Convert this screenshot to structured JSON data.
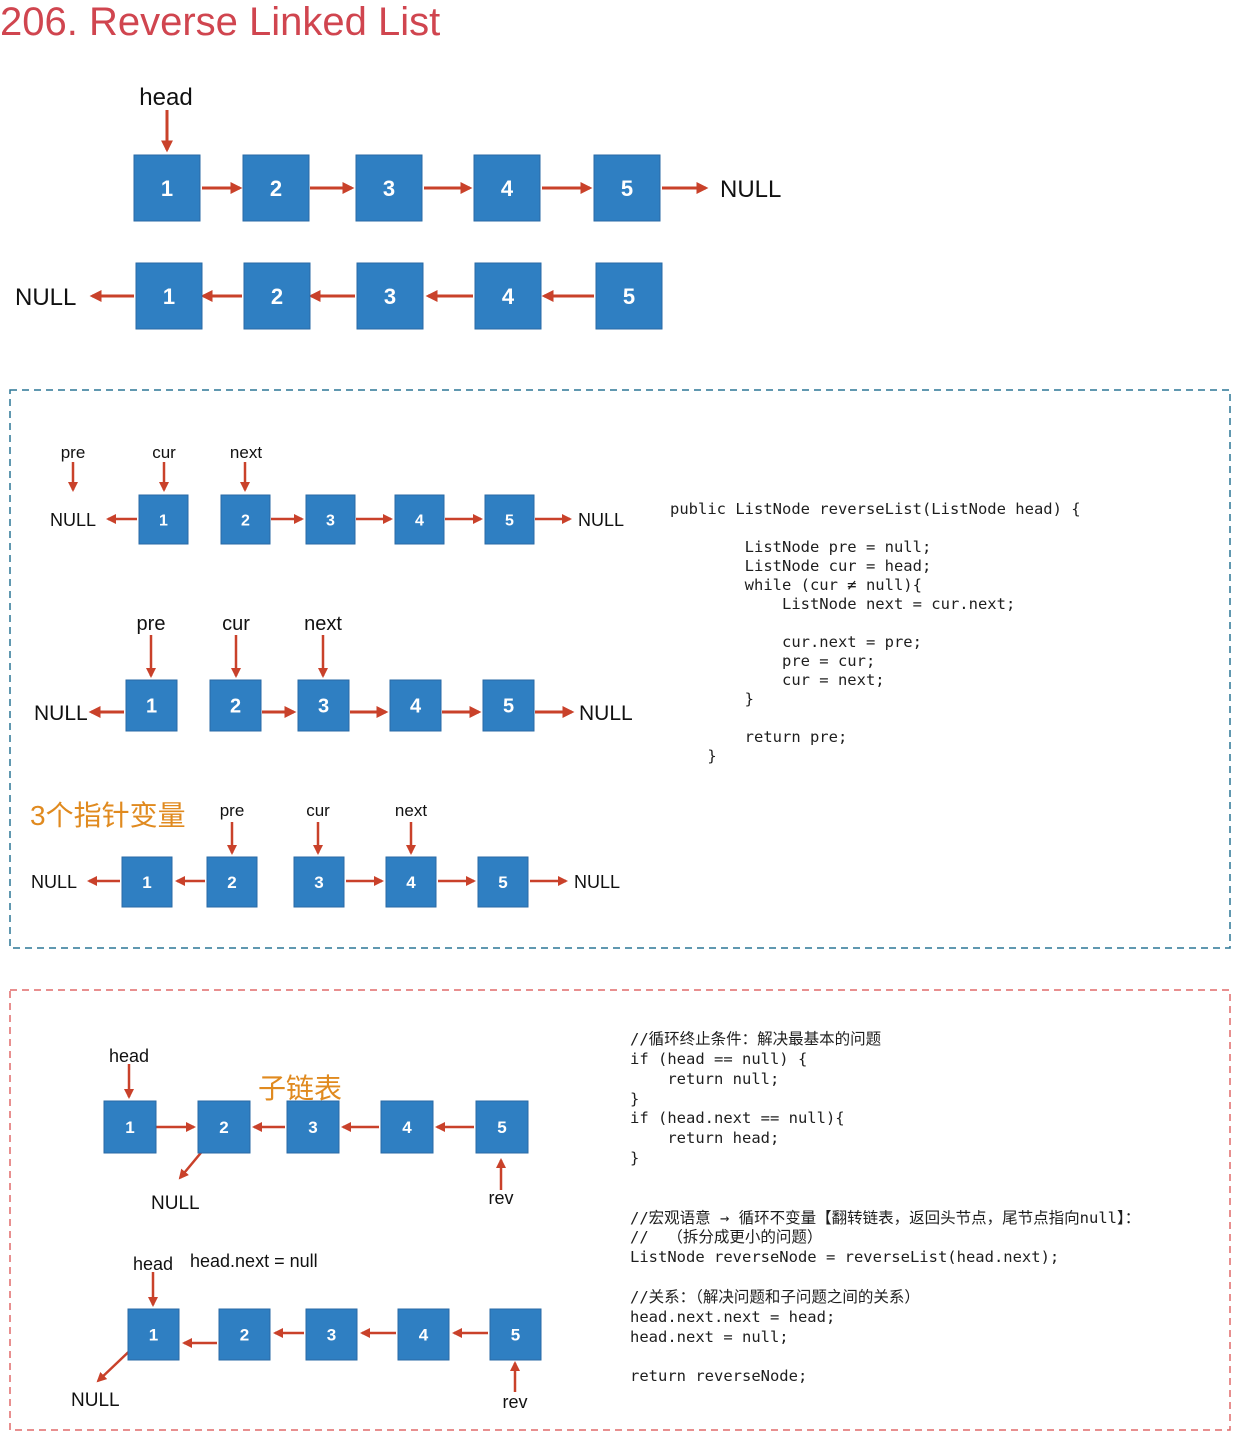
{
  "title": "206. Reverse Linked List",
  "colors": {
    "title": "#d0454f",
    "node_fill": "#2f7fc2",
    "node_stroke": "#2a6aa5",
    "arrow": "#c9412a",
    "blue_dashed_border": "#2c7796",
    "red_dashed_border": "#e06a6a",
    "annotation": "#e08a1f"
  },
  "labels": {
    "head": "head",
    "null": "NULL",
    "pre": "pre",
    "cur": "cur",
    "next": "next",
    "rev": "rev",
    "head_next_null": "head.next = null",
    "three_pointers": "3个指针变量",
    "sublist": "子链表"
  },
  "nodes": [
    "1",
    "2",
    "3",
    "4",
    "5"
  ],
  "code_iterative": "public ListNode reverseList(ListNode head) {\n\n        ListNode pre = null;\n        ListNode cur = head;\n        while (cur ≠ null){\n            ListNode next = cur.next;\n\n            cur.next = pre;\n            pre = cur;\n            cur = next;\n        }\n\n        return pre;\n    }",
  "code_recursive": "//循环终止条件：解决最基本的问题\nif (head == null) {\n    return null;\n}\nif (head.next == null){\n    return head;\n}\n\n\n//宏观语意 → 循环不变量【翻转链表，返回头节点，尾节点指向null】：\n//  （拆分成更小的问题）\nListNode reverseNode = reverseList(head.next);\n\n//关系：（解决问题和子问题之间的关系）\nhead.next.next = head;\nhead.next = null;\n\nreturn reverseNode;"
}
